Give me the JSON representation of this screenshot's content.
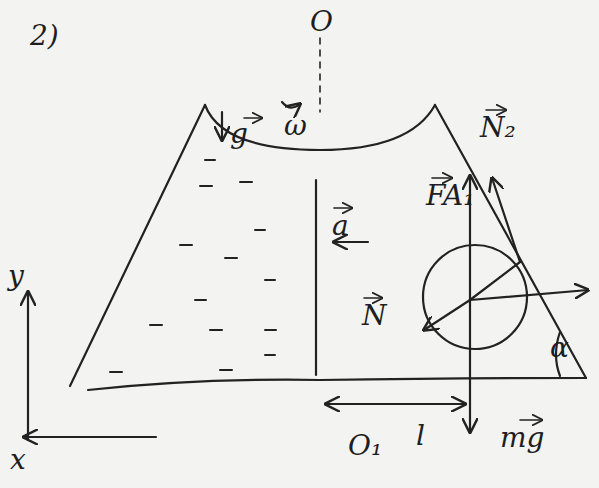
{
  "diagram": {
    "labels": [
      "2)",
      "O",
      "g",
      "ω",
      "a",
      "N",
      "FA₁",
      "N₂",
      "α",
      "l",
      "mg",
      "O₁",
      "y",
      "x"
    ]
  }
}
